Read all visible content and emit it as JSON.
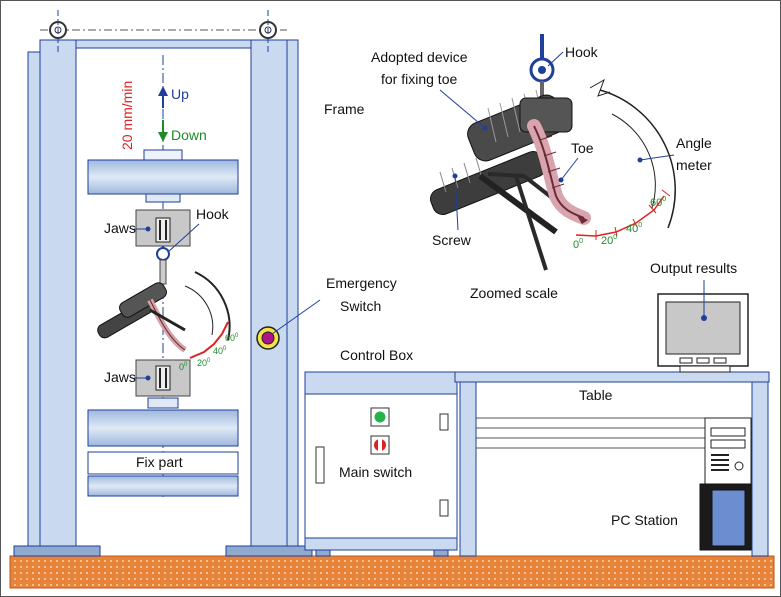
{
  "labels": {
    "speed": "20 mm/min",
    "up": "Up",
    "down": "Down",
    "jaws_top": "Jaws",
    "jaws_bottom": "Jaws",
    "hook_left": "Hook",
    "fix_part": "Fix part",
    "emergency_line1": "Emergency",
    "emergency_line2": "Switch",
    "control_box": "Control Box",
    "main_switch": "Main switch",
    "table": "Table",
    "pc_station": "PC Station",
    "output_results": "Output results",
    "frame": "Frame",
    "adopted_line1": "Adopted device",
    "adopted_line2": "for fixing toe",
    "hook_zoom": "Hook",
    "toe": "Toe",
    "angle_line1": "Angle",
    "angle_line2": "meter",
    "screw": "Screw",
    "zoomed_scale": "Zoomed scale"
  },
  "scale_marks": {
    "zoom": [
      "0",
      "20",
      "40",
      "60"
    ],
    "small": [
      "0",
      "20",
      "40",
      "60"
    ],
    "degree_symbol": "0"
  },
  "colors": {
    "frame_fill": "#c9d9ef",
    "frame_stroke": "#1f3f9a",
    "floor": "#e8833a",
    "arrow_up": "#1f3f9a",
    "arrow_down": "#1e8a2a",
    "speed_text": "#d22222"
  }
}
